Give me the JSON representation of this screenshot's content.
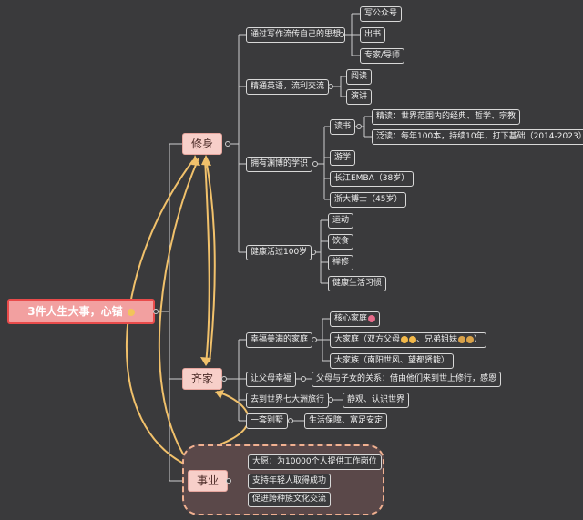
{
  "root": "3件人生大事，心锚",
  "branches": {
    "xiushen": {
      "label": "修身",
      "jingtong_label": "通过写作流传自己的思想",
      "gzh": "写公众号",
      "chushu": "出书",
      "zhuanjia": "专家/导师",
      "yingyu": "精通英语，流利交流",
      "yuedu": "阅读",
      "yanjiang": "演讲",
      "xueshi": "拥有渊博的学识",
      "dushu": "读书",
      "jingdu": "精读：世界范围内的经典、哲学、宗教",
      "fandu": "泛读：每年100本，持续10年，打下基础（2014-2023）",
      "youxue": "游学",
      "emba": "长江EMBA（38岁）",
      "boshi": "浙大博士（45岁）",
      "jiankang": "健康活过100岁",
      "yundong": "运动",
      "yinshi": "饮食",
      "chanxiu": "禅修",
      "xiguan": "健康生活习惯"
    },
    "qijia": {
      "label": "齐家",
      "xingfu": "幸福美满的家庭",
      "hexin": "核心家庭",
      "dajiating": "大家庭（双方父母",
      "dajiating_mid": "、兄弟姐妹",
      "dajiating_end": "）",
      "dajiazu": "大家族（南阳世风、望都贤能）",
      "fumu": "让父母幸福",
      "guanxi": "父母与子女的关系：借由他们来到世上修行，感恩",
      "lvxing": "去到世界七大洲旅行",
      "jingguan": "静观、认识世界",
      "bieshu": "一套别墅",
      "baozhang": "生活保障、富足安定"
    },
    "shiye": {
      "label": "事业",
      "dayuan": "大愿：为10000个人提供工作岗位",
      "zhichi": "支持年轻人取得成功",
      "cujin": "促进跨种族文化交流"
    }
  },
  "colors": {
    "background": "#3a3a3c",
    "root_fill": "#f2a0a0",
    "root_border": "#e94b4b",
    "main_fill": "#f7cfc9",
    "arrow": "#f1c16b",
    "line": "#cfcfcf"
  }
}
